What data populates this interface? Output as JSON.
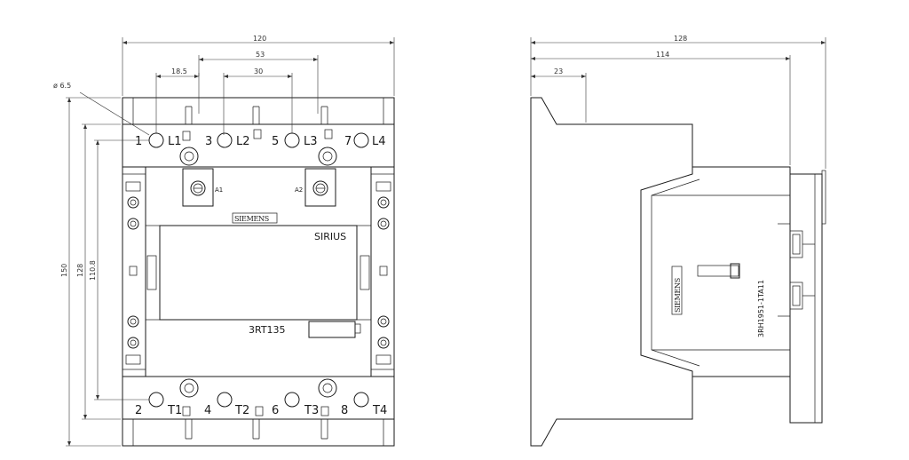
{
  "front_view": {
    "dimensions": {
      "overall_width": "120",
      "outer_pole_span": "53",
      "inner_pole_span": "30",
      "pole_pitch": "18.5",
      "hole_diameter": "ø 6.5",
      "overall_height": "150",
      "mounting_height": "128",
      "hole_spacing": "110.8"
    },
    "top_terminals": [
      "1",
      "L1",
      "3",
      "L2",
      "5",
      "L3",
      "7",
      "L4"
    ],
    "bottom_terminals": [
      "2",
      "T1",
      "4",
      "T2",
      "6",
      "T3",
      "8",
      "T4"
    ],
    "coil_terminals": [
      "A1",
      "A2"
    ],
    "brand": "SIEMENS",
    "series": "SIRIUS",
    "model": "3RT135"
  },
  "side_view": {
    "dimensions": {
      "overall_depth": "128",
      "body_depth": "114",
      "offset": "23"
    },
    "brand": "SIEMENS",
    "accessory_label": "3RH1951-1TA11"
  }
}
